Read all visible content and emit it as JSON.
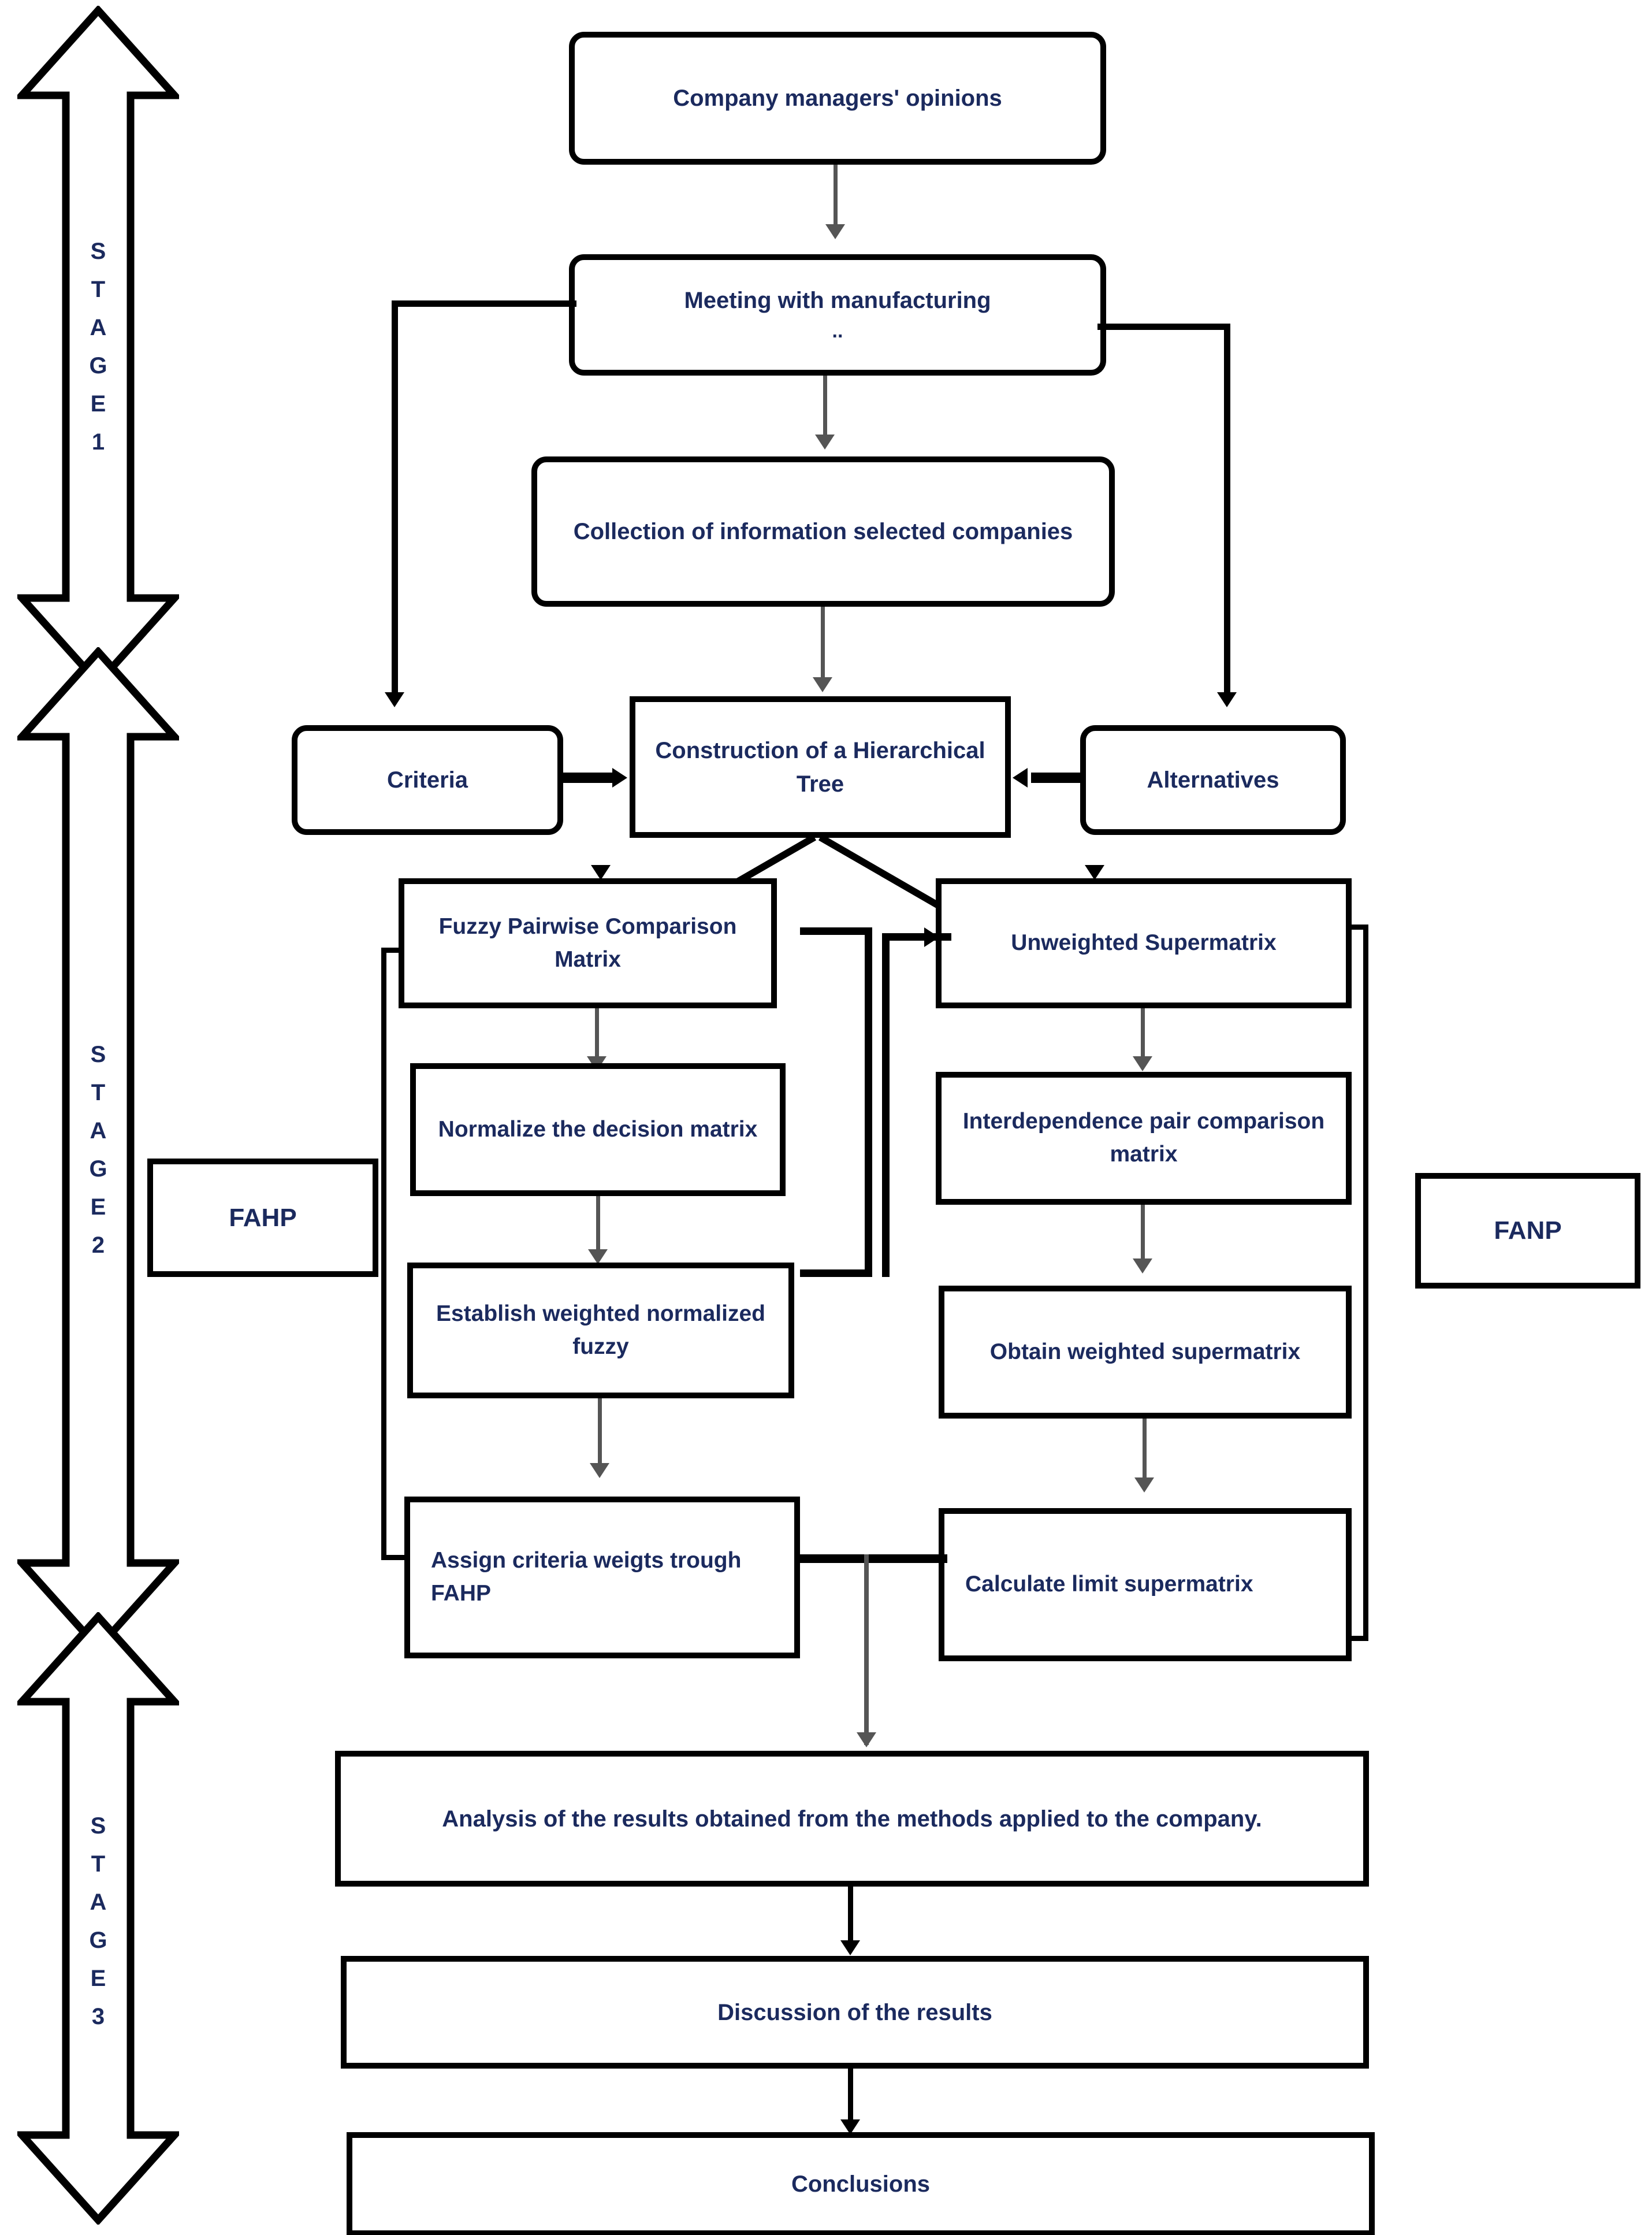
{
  "diagram": {
    "title": "Three-stage FAHP / FANP methodology flowchart",
    "text_color": "#1b2a5e",
    "line_color": "#000000"
  },
  "stages": [
    {
      "id": "stage-1",
      "letters": [
        "S",
        "T",
        "A",
        "G",
        "E",
        "1"
      ]
    },
    {
      "id": "stage-2",
      "letters": [
        "S",
        "T",
        "A",
        "G",
        "E",
        "2"
      ]
    },
    {
      "id": "stage-3",
      "letters": [
        "S",
        "T",
        "A",
        "G",
        "E",
        "3"
      ]
    }
  ],
  "stage1": {
    "nodes": [
      {
        "id": "company-managers-opinions",
        "label": "Company managers' opinions"
      },
      {
        "id": "meeting-with-manufacturing",
        "label": "Meeting with manufacturing",
        "label2": ".."
      },
      {
        "id": "collection-of-information",
        "label": "Collection of information selected companies"
      },
      {
        "id": "criteria",
        "label": "Criteria"
      },
      {
        "id": "hierarchical-tree",
        "label": "Construction of a Hierarchical Tree"
      },
      {
        "id": "alternatives",
        "label": "Alternatives"
      }
    ]
  },
  "stage2": {
    "method_left": "FAHP",
    "method_right": "FANP",
    "left_column": [
      {
        "id": "fuzzy-pairwise-comparison-matrix",
        "label": "Fuzzy Pairwise Comparison Matrix"
      },
      {
        "id": "normalize-decision-matrix",
        "label": "Normalize the decision matrix"
      },
      {
        "id": "establish-weighted-normalized-fuzzy",
        "label": "Establish weighted normalized fuzzy"
      },
      {
        "id": "assign-criteria-weights",
        "label": "Assign criteria weigts trough FAHP"
      }
    ],
    "right_column": [
      {
        "id": "unweighted-supermatrix",
        "label": "Unweighted Supermatrix"
      },
      {
        "id": "interdependence-pair-comparison-matrix",
        "label": "Interdependence pair comparison matrix"
      },
      {
        "id": "obtain-weighted-supermatrix",
        "label": "Obtain weighted supermatrix"
      },
      {
        "id": "calculate-limit-supermatrix",
        "label": "Calculate limit supermatrix"
      }
    ]
  },
  "stage3": {
    "nodes": [
      {
        "id": "analysis-of-results",
        "label": "Analysis of the results obtained from the methods applied to the company."
      },
      {
        "id": "discussion-of-results",
        "label": "Discussion of the results"
      },
      {
        "id": "conclusions",
        "label": "Conclusions"
      }
    ]
  }
}
